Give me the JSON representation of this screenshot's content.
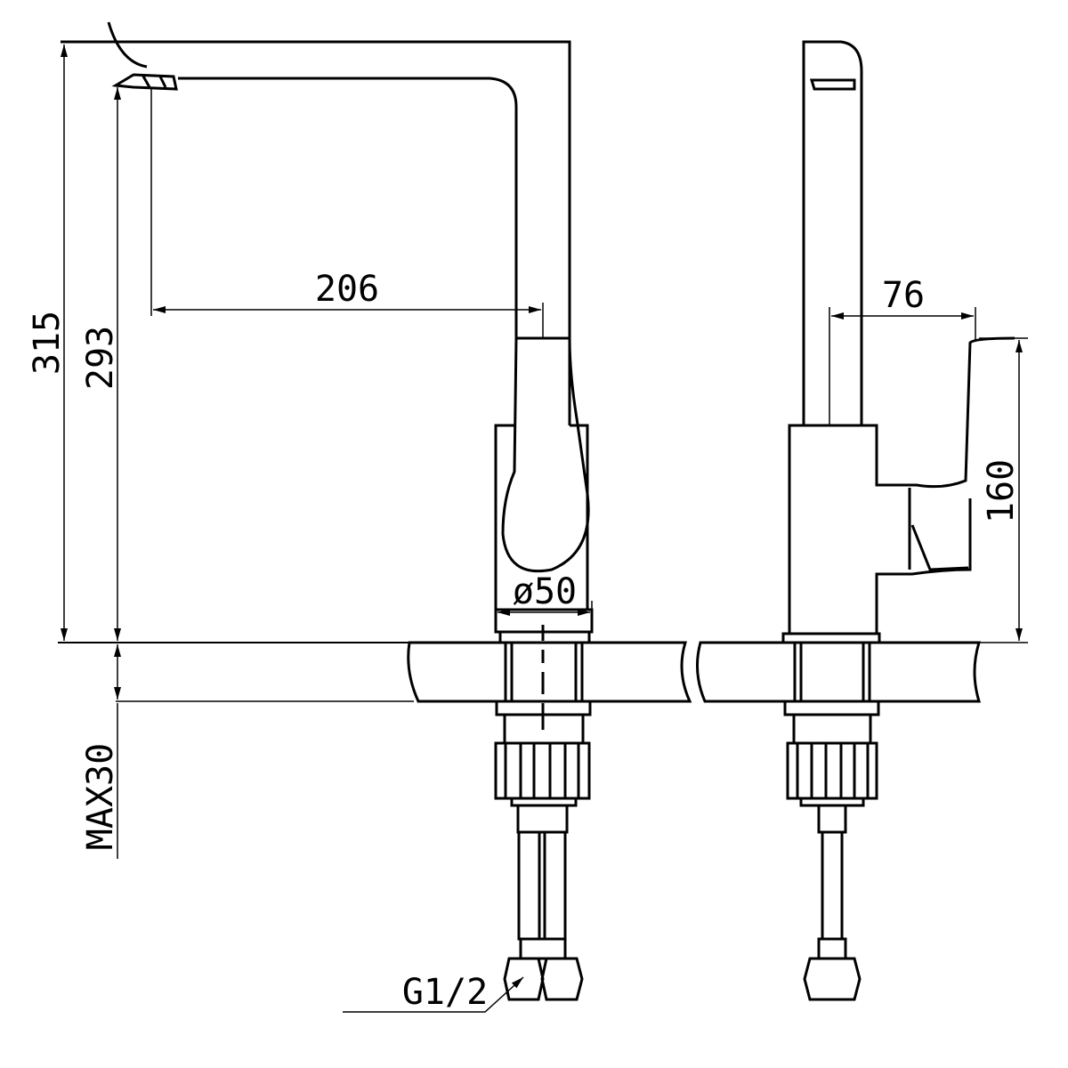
{
  "drawing": {
    "front_view": {
      "height_total": "315",
      "height_spout": "293",
      "reach": "206",
      "base_diameter": "ø50",
      "max_counter_thickness": "MAX30",
      "connection": "G1/2"
    },
    "side_view": {
      "handle_offset": "76",
      "handle_height": "160"
    },
    "colors": {
      "line": "#000000",
      "background": "#ffffff"
    }
  }
}
